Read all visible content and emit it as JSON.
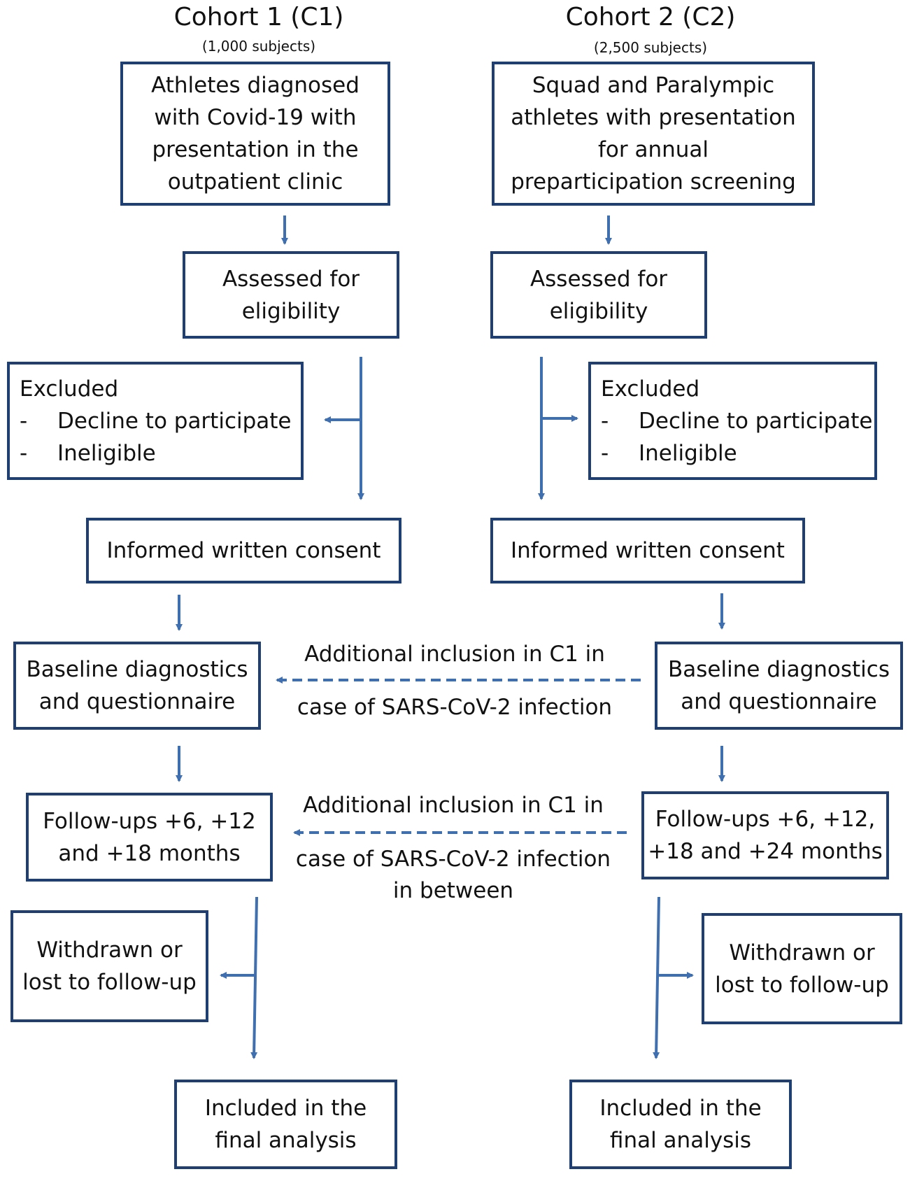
{
  "cohort1": {
    "title": "Cohort 1 (C1)",
    "subjects": "(1,000 subjects)",
    "entry": [
      "Athletes diagnosed",
      "with Covid-19 with",
      "presentation in the",
      "outpatient clinic"
    ],
    "assessed": [
      "Assessed for",
      "eligibility"
    ],
    "excluded": {
      "title": "Excluded",
      "items": [
        "Decline to participate",
        "Ineligible"
      ]
    },
    "consent": "Informed written consent",
    "baseline": [
      "Baseline diagnostics",
      "and questionnaire"
    ],
    "followups": [
      "Follow-ups +6, +12",
      "and  +18 months"
    ],
    "withdrawn": [
      "Withdrawn or",
      "lost to follow-up"
    ],
    "final": [
      "Included in the",
      "final analysis"
    ]
  },
  "cohort2": {
    "title": "Cohort 2 (C2)",
    "subjects": "(2,500 subjects)",
    "entry": [
      "Squad and Paralympic",
      "athletes with presentation",
      "for annual",
      "preparticipation screening"
    ],
    "assessed": [
      "Assessed for",
      "eligibility"
    ],
    "excluded": {
      "title": "Excluded",
      "items": [
        "Decline to participate",
        "Ineligible"
      ]
    },
    "consent": "Informed written consent",
    "baseline": [
      "Baseline diagnostics",
      "and questionnaire"
    ],
    "followups": [
      "Follow-ups +6, +12,",
      "+18 and +24 months"
    ],
    "withdrawn": [
      "Withdrawn or",
      "lost to follow-up"
    ],
    "final": [
      "Included in the",
      "final analysis"
    ]
  },
  "transfers": {
    "baseline_note": [
      "Additional inclusion in C1 in",
      "case of SARS-CoV-2 infection"
    ],
    "followup_note": [
      "Additional inclusion in C1 in",
      "case of SARS-CoV-2 infection",
      "in between"
    ]
  },
  "colors": {
    "box_border": "#1f3f72",
    "arrow": "#3f6fae"
  }
}
